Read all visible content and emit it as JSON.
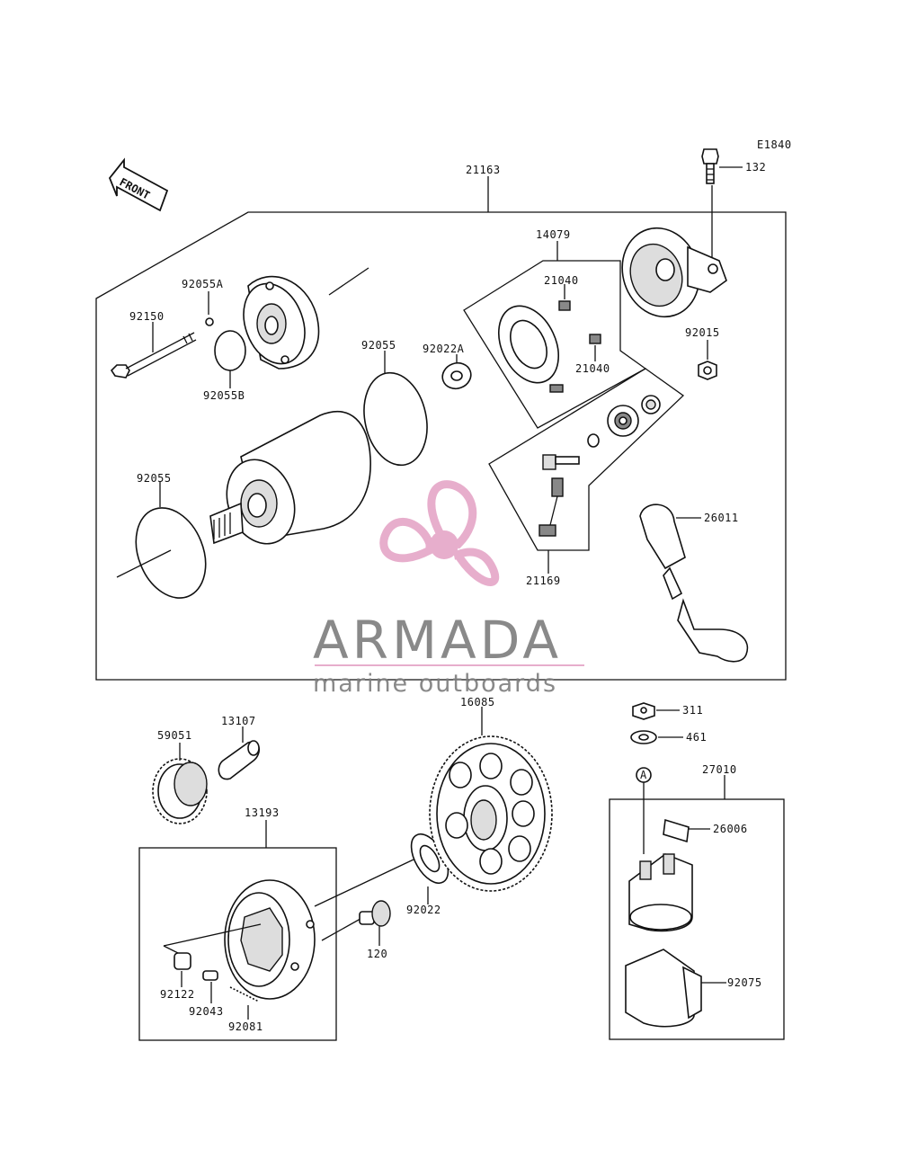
{
  "diagram": {
    "code": "E1840",
    "front_label": "FRONT",
    "parts": {
      "p21163": "21163",
      "p132": "132",
      "p14079": "14079",
      "p21040a": "21040",
      "p21040b": "21040",
      "p92055A": "92055A",
      "p92150": "92150",
      "p92055B": "92055B",
      "p92055_top": "92055",
      "p92022A": "92022A",
      "p92015": "92015",
      "p92055_left": "92055",
      "p26011": "26011",
      "p21169": "21169",
      "p16085": "16085",
      "p311": "311",
      "p461": "461",
      "p27010": "27010",
      "p59051": "59051",
      "p13107": "13107",
      "p13193": "13193",
      "p26006": "26006",
      "p92022": "92022",
      "p120": "120",
      "p92122": "92122",
      "p92043": "92043",
      "p92081": "92081",
      "p92075": "92075",
      "ref_a": "A"
    }
  },
  "watermark": {
    "brand": "ARMADA",
    "tagline": "marine outboards",
    "logo_color": "#e6a8c8",
    "text_color": "#7f7f7f"
  }
}
